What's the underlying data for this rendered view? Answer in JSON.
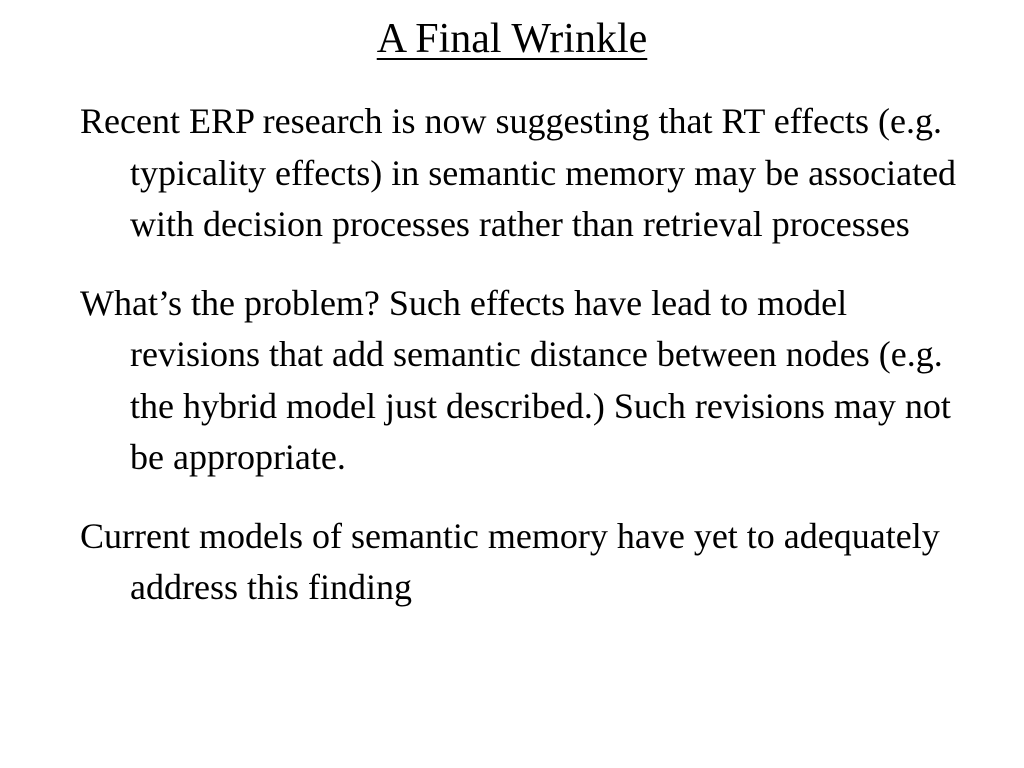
{
  "slide": {
    "title": "A Final Wrinkle",
    "paragraphs": [
      "Recent ERP research is now suggesting that RT effects (e.g. typicality effects) in semantic memory may be associated with decision processes rather than retrieval processes",
      "What’s the problem?  Such effects have lead to model revisions that add semantic distance between nodes (e.g. the hybrid model just described.) Such revisions may not be appropriate.",
      "Current models of semantic memory have yet to adequately address this finding"
    ]
  }
}
